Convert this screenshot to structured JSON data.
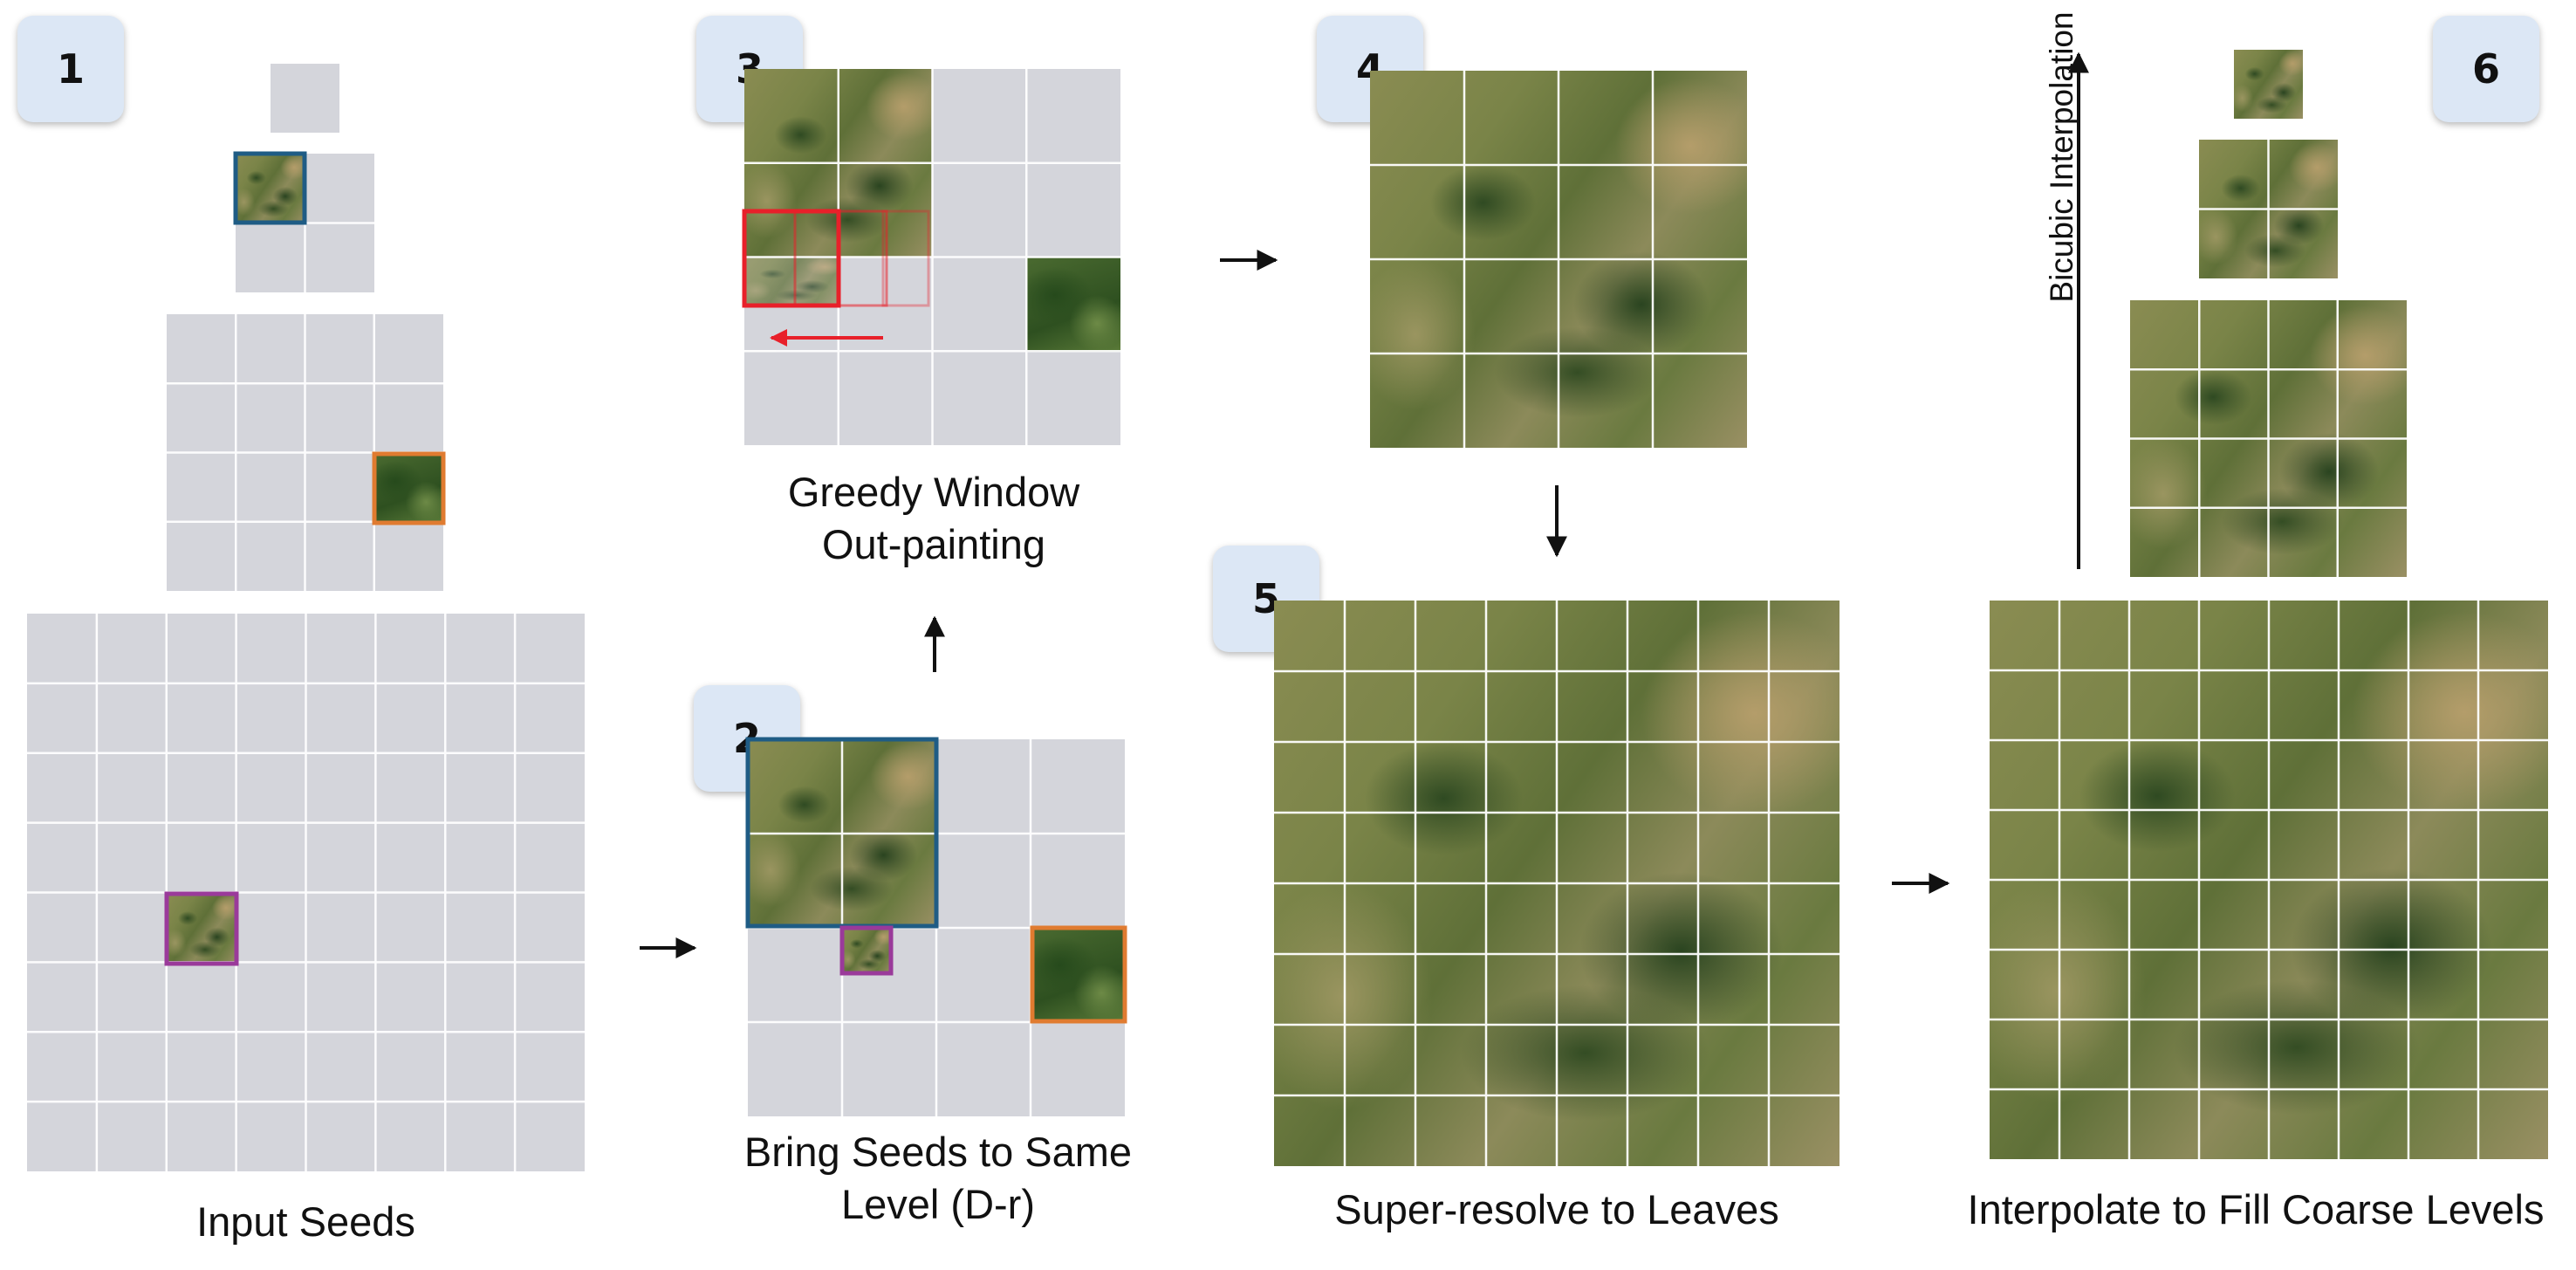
{
  "steps": {
    "s1": {
      "number": "1",
      "caption": "Input Seeds"
    },
    "s2": {
      "number": "2",
      "caption_line1": "Bring Seeds to Same",
      "caption_line2": "Level (D-r)"
    },
    "s3": {
      "number": "3",
      "caption_line1": "Greedy Window",
      "caption_line2": "Out-painting"
    },
    "s4": {
      "number": "4"
    },
    "s5": {
      "number": "5",
      "caption": "Super-resolve to Leaves"
    },
    "s6": {
      "number": "6",
      "caption": "Interpolate to Fill Coarse Levels"
    }
  },
  "vertical_label": "Bicubic Interpolation",
  "colors": {
    "grid_empty": "#d4d5db",
    "grid_line": "#ffffff",
    "seed_blue": "#1f5c85",
    "seed_orange": "#e07b30",
    "seed_purple": "#9a3a9a",
    "window_red": "#e8202a",
    "badge_bg": "#dce7f5"
  }
}
